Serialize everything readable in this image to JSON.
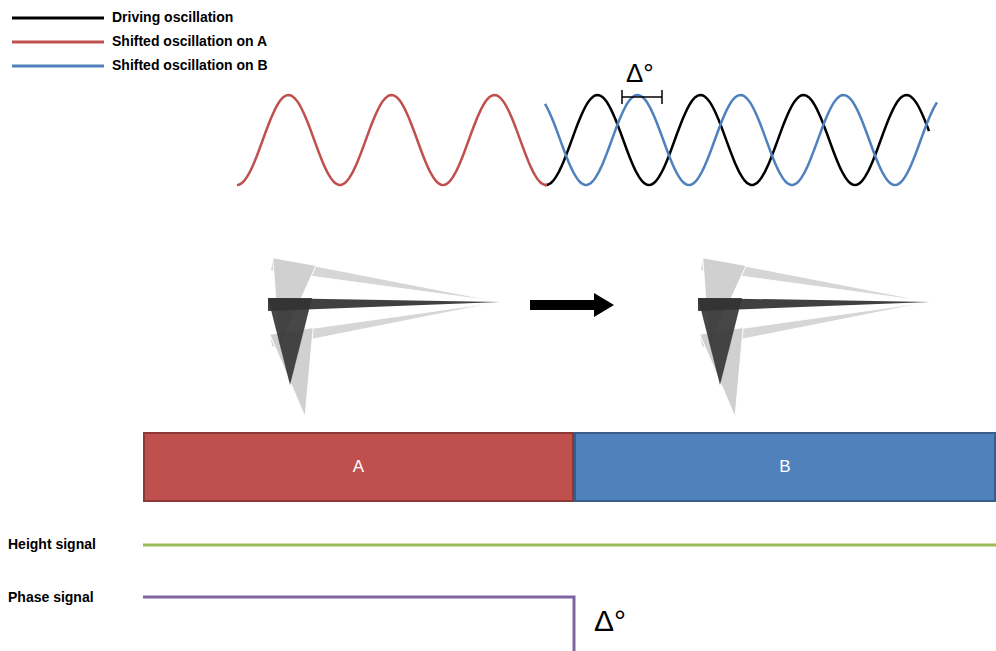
{
  "diagram": {
    "nodes": [
      {
        "text": [
          "A"
        ]
      },
      {
        "text": [
          "B"
        ]
      }
    ],
    "labels": [
      "Δ°",
      "Height signal",
      "Phase signal",
      "Δ°"
    ],
    "legend": [
      {
        "text": "Driving oscillation"
      },
      {
        "text": "Shifted oscillation on A"
      },
      {
        "text": "Shifted oscillation on B"
      }
    ]
  }
}
